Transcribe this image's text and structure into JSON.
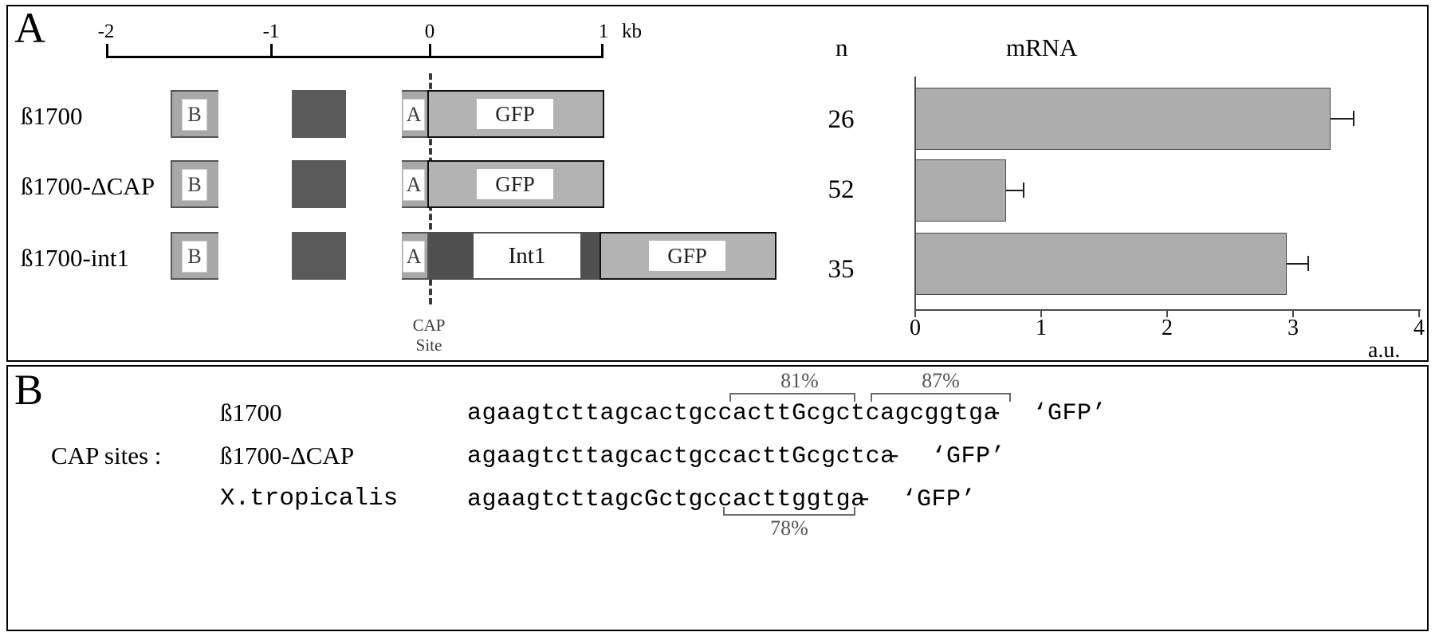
{
  "figure": {
    "panelA_letter": "A",
    "panelB_letter": "B"
  },
  "panelA": {
    "scale": {
      "unit_label": "kb",
      "ticks": [
        "-2",
        "-1",
        "0",
        "1"
      ],
      "range": [
        -2,
        1
      ]
    },
    "cap_site": {
      "line1": "CAP",
      "line2": "Site"
    },
    "constructs": [
      {
        "name": "ß1700",
        "boxB": "B",
        "boxA": "A",
        "gfp": "GFP",
        "int": null
      },
      {
        "name": "ß1700-ΔCAP",
        "boxB": "B",
        "boxA": "A",
        "gfp": "GFP",
        "int": null
      },
      {
        "name": "ß1700-int1",
        "boxB": "B",
        "boxA": "A",
        "gfp": "GFP",
        "int": "Int1"
      }
    ],
    "colors": {
      "promoter_gray": "#a8a8a8",
      "dark_block": "#5a5a5a",
      "white_block": "#ffffff",
      "gfp_gray": "#b3b3b3",
      "bar_gray": "#adadad",
      "outline": "#555555",
      "cap_dash": "#3a3a3a"
    }
  },
  "chart_data": {
    "type": "bar",
    "orientation": "horizontal",
    "title": "mRNA",
    "n_header": "n",
    "categories": [
      "ß1700",
      "ß1700-ΔCAP",
      "ß1700-int1"
    ],
    "n_values": [
      "26",
      "52",
      "35"
    ],
    "values": [
      3.3,
      0.72,
      2.95
    ],
    "errors": [
      0.18,
      0.14,
      0.17
    ],
    "xlabel": "a.u.",
    "ylabel": "",
    "xlim": [
      0,
      4
    ],
    "xticks": [
      "0",
      "1",
      "2",
      "3",
      "4"
    ],
    "grid": false,
    "legend": false
  },
  "panelB": {
    "section_label": "CAP sites :",
    "rows": [
      {
        "name": "ß1700",
        "name_style": "serif",
        "sequence": "agaagtcttagcactgccacttGcgctcagcggtga",
        "suffix": "-  ‘GFP’"
      },
      {
        "name": "ß1700-ΔCAP",
        "name_style": "serif",
        "sequence": "agaagtcttagcactgccacttGcgctca",
        "suffix": "-  ‘GFP’"
      },
      {
        "name": "X.tropicalis",
        "name_style": "mono",
        "sequence": "agaagtcttagcGctgccacttggtga",
        "suffix": "-  ‘GFP’"
      }
    ],
    "annotations": [
      {
        "label": "81%",
        "position": "above"
      },
      {
        "label": "87%",
        "position": "above"
      },
      {
        "label": "78%",
        "position": "below"
      }
    ]
  }
}
